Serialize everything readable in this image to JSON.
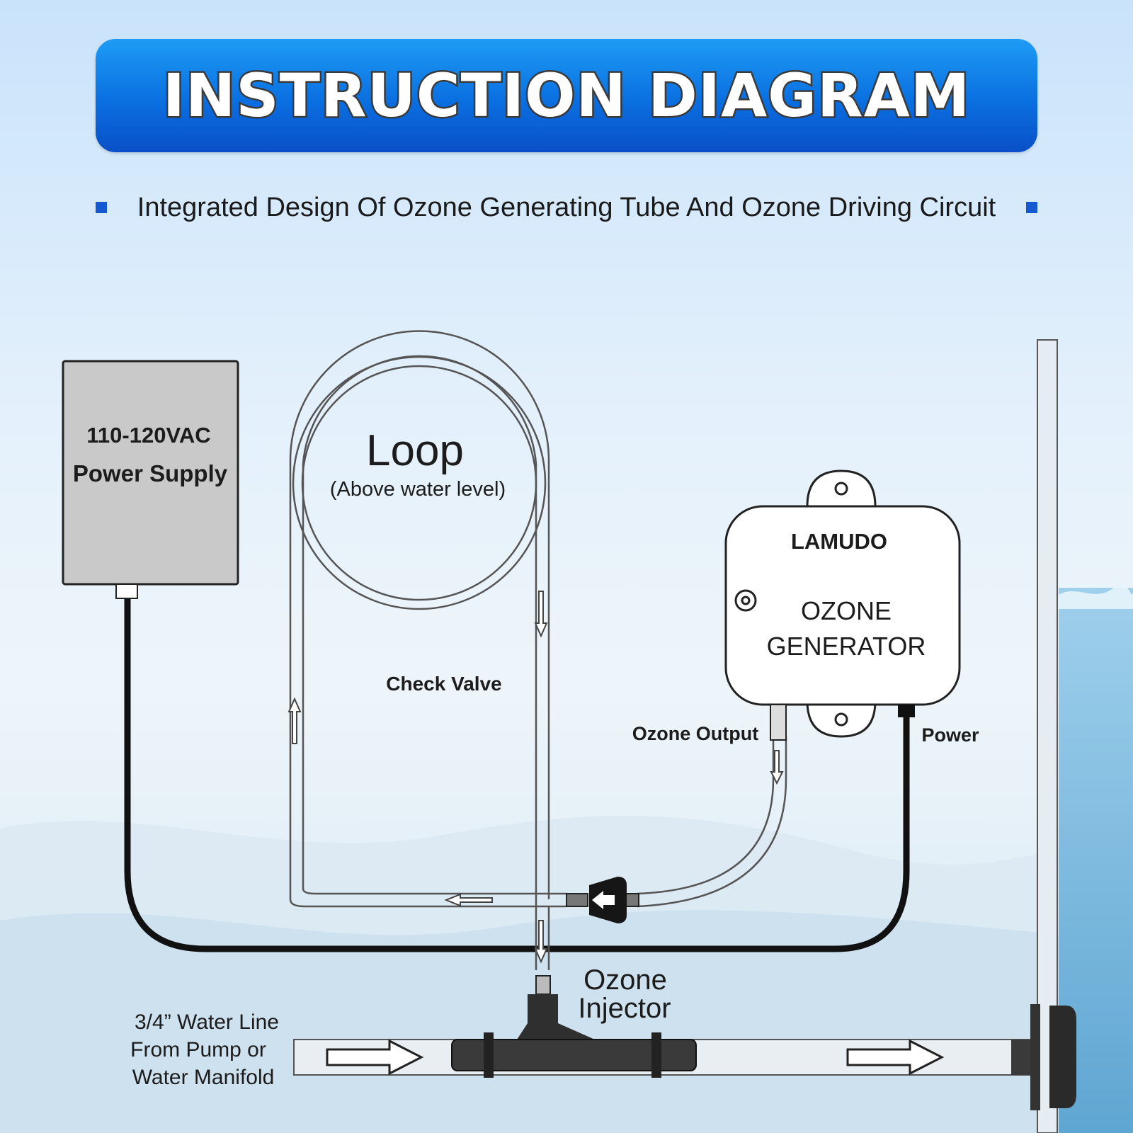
{
  "banner": {
    "title": "INSTRUCTION DIAGRAM"
  },
  "subtitle": "Integrated Design Of Ozone Generating Tube And Ozone Driving Circuit",
  "labels": {
    "power_supply_line1": "110-120VAC",
    "power_supply_line2": "Power Supply",
    "loop": "Loop",
    "loop_note": "(Above water level)",
    "check_valve": "Check Valve",
    "brand": "LAMUDO",
    "generator_line1": "OZONE",
    "generator_line2": "GENERATOR",
    "ozone_output": "Ozone Output",
    "power": "Power",
    "injector_line1": "Ozone",
    "injector_line2": "Injector",
    "water_line1": "3/4” Water Line",
    "water_line2": "From Pump or",
    "water_line3": "Water Manifold"
  },
  "colors": {
    "banner": "#0a6fe0",
    "bullet": "#1459d0",
    "background_top": "#cfe6fa",
    "water": "#8fc3e3"
  }
}
